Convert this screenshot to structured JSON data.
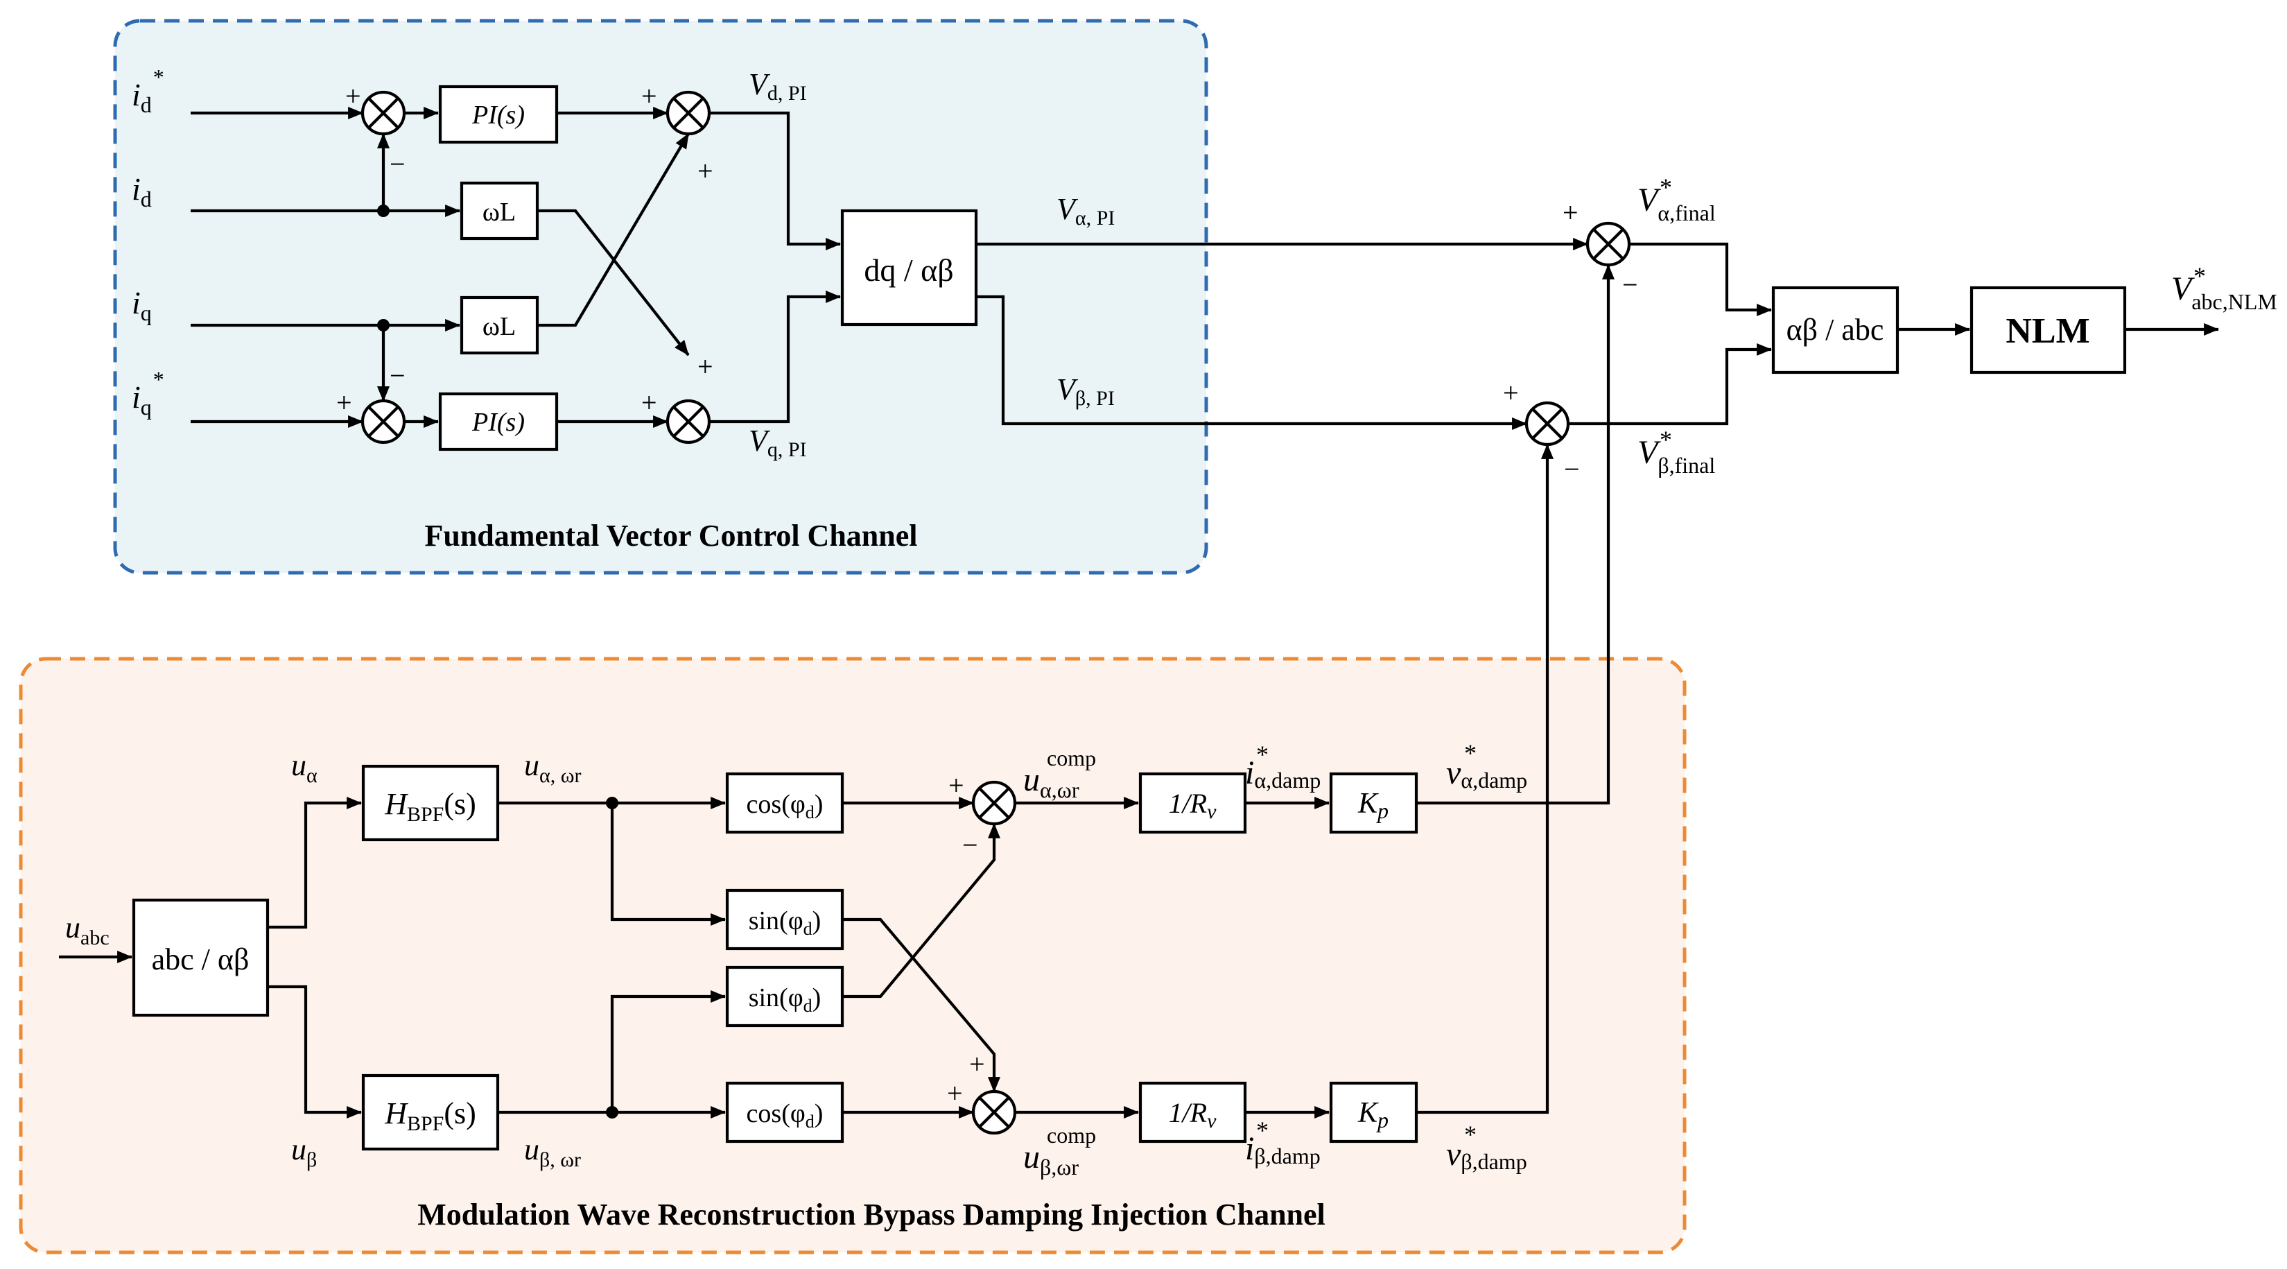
{
  "regions": {
    "fundamental": {
      "title": "Fundamental Vector Control Channel",
      "border_color": "#2e6bb0",
      "fill_color": "#eaf4f7",
      "title_color": "#1f3864"
    },
    "bypass": {
      "title": "Modulation Wave Reconstruction Bypass Damping Injection Channel",
      "border_color": "#ee8a33",
      "fill_color": "#fdf3ec",
      "title_color": "#e07b14"
    }
  },
  "blocks": {
    "pi_d": "PI(s)",
    "pi_q": "PI(s)",
    "wl_d": "ωL",
    "wl_q": "ωL",
    "dq_ab": "dq / αβ",
    "ab_abc": "αβ / abc",
    "nlm": "NLM",
    "abc_ab": "abc / αβ",
    "hbpf_a": {
      "main": "H",
      "sub": "BPF",
      "tail": "(s)"
    },
    "hbpf_b": {
      "main": "H",
      "sub": "BPF",
      "tail": "(s)"
    },
    "cos_a": {
      "main": "cos(φ",
      "sub": "d",
      "tail": ")"
    },
    "sin_1": {
      "main": "sin(φ",
      "sub": "d",
      "tail": ")"
    },
    "sin_2": {
      "main": "sin(φ",
      "sub": "d",
      "tail": ")"
    },
    "cos_b": {
      "main": "cos(φ",
      "sub": "d",
      "tail": ")"
    },
    "rv_a": {
      "main": "1/R",
      "sub": "v"
    },
    "rv_b": {
      "main": "1/R",
      "sub": "v"
    },
    "kp_a": {
      "main": "K",
      "sub": "p"
    },
    "kp_b": {
      "main": "K",
      "sub": "p"
    }
  },
  "signals": {
    "id_ref": {
      "main": "i",
      "sub": "d",
      "sup": "*"
    },
    "id": {
      "main": "i",
      "sub": "d"
    },
    "iq": {
      "main": "i",
      "sub": "q"
    },
    "iq_ref": {
      "main": "i",
      "sub": "q",
      "sup": "*"
    },
    "vd_pi": {
      "main": "V",
      "sub": "d, PI"
    },
    "vq_pi": {
      "main": "V",
      "sub": "q, PI"
    },
    "va_pi": {
      "main": "V",
      "sub": "α, PI"
    },
    "vb_pi": {
      "main": "V",
      "sub": "β, PI"
    },
    "va_final": {
      "main": "V",
      "sub": "α,final",
      "sup": "*"
    },
    "vb_final": {
      "main": "V",
      "sub": "β,final",
      "sup": "*"
    },
    "vabc_nlm": {
      "main": "V",
      "sub": "abc,NLM",
      "sup": "*"
    },
    "uabc": {
      "main": "u",
      "sub": "abc"
    },
    "ua": {
      "main": "u",
      "sub": "α"
    },
    "ub": {
      "main": "u",
      "sub": "β"
    },
    "ua_wr": {
      "main": "u",
      "sub": "α, ωr"
    },
    "ub_wr": {
      "main": "u",
      "sub": "β, ωr"
    },
    "ua_comp": {
      "main": "u",
      "sub": "α,ωr",
      "sup": "comp"
    },
    "ub_comp": {
      "main": "u",
      "sub": "β,ωr",
      "sup": "comp"
    },
    "ia_damp": {
      "main": "i",
      "sub": "α,damp",
      "sup": "*"
    },
    "ib_damp": {
      "main": "i",
      "sub": "β,damp",
      "sup": "*"
    },
    "va_damp": {
      "main": "v",
      "sub": "α,damp",
      "sup": "*"
    },
    "vb_damp": {
      "main": "v",
      "sub": "β,damp",
      "sup": "*"
    }
  },
  "signs": {
    "s1_top": "+",
    "s1_bottom": "−",
    "s2_left": "+",
    "s2_bottom": "+",
    "s3_top": "−",
    "s3_left": "+",
    "s4_left": "+",
    "s4_top": "+",
    "sa_left": "+",
    "sa_bottom": "−",
    "sb_left": "+",
    "sb_bottom": "−",
    "s5_left": "+",
    "s5_bottom": "−",
    "s6_top": "+",
    "s6_left": "+"
  }
}
